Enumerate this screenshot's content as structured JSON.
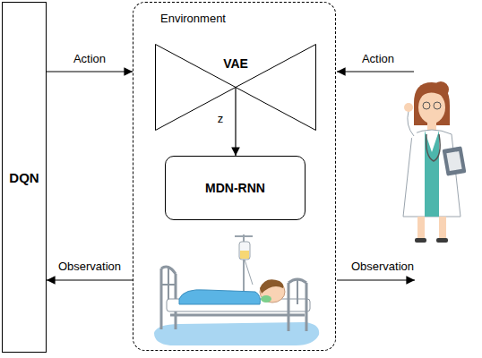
{
  "diagram": {
    "nodes": [
      {
        "text": [
          "DQN"
        ]
      },
      {
        "text": [
          "Environment"
        ]
      },
      {
        "text": [
          "VAE"
        ],
        "in": 1
      },
      {
        "text": [
          "MDN-RNN"
        ],
        "in": 1
      }
    ],
    "edges": [
      {
        "from": 0,
        "to": 1,
        "label": "Action",
        "arrow": "to"
      },
      {
        "from": 1,
        "to": 0,
        "label": "Observation",
        "arrow": "to"
      },
      {
        "from": 2,
        "to": 3,
        "label": "z",
        "arrow": "to"
      }
    ],
    "labels": [
      "Action",
      "Observation"
    ]
  }
}
